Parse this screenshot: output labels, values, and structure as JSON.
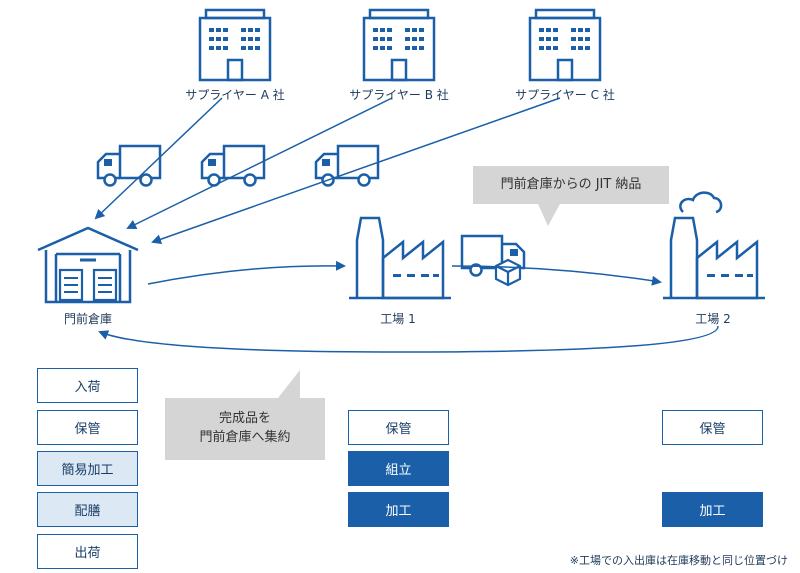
{
  "suppliers": [
    {
      "label": "サプライヤー A 社"
    },
    {
      "label": "サプライヤー B 社"
    },
    {
      "label": "サプライヤー C 社"
    }
  ],
  "nodes": {
    "warehouse": "門前倉庫",
    "factory1": "工場 1",
    "factory2": "工場 2"
  },
  "callouts": {
    "jit": "門前倉庫からの JIT 納品",
    "consolidate_line1": "完成品を",
    "consolidate_line2": "門前倉庫へ集約"
  },
  "warehouse_functions": [
    {
      "label": "入荷",
      "style": "plain"
    },
    {
      "label": "保管",
      "style": "plain"
    },
    {
      "label": "簡易加工",
      "style": "light"
    },
    {
      "label": "配膳",
      "style": "light"
    },
    {
      "label": "出荷",
      "style": "plain"
    }
  ],
  "factory1_functions": [
    {
      "label": "保管",
      "style": "plain"
    },
    {
      "label": "組立",
      "style": "dark"
    },
    {
      "label": "加工",
      "style": "dark"
    }
  ],
  "factory2_functions": [
    {
      "label": "保管",
      "style": "plain"
    },
    {
      "label": "加工",
      "style": "dark"
    }
  ],
  "footnote": "※工場での入出庫は在庫移動と同じ位置づけ",
  "colors": {
    "primary": "#1a5fa8",
    "light_fill": "#dde8f5",
    "callout": "#d5d5d5"
  }
}
